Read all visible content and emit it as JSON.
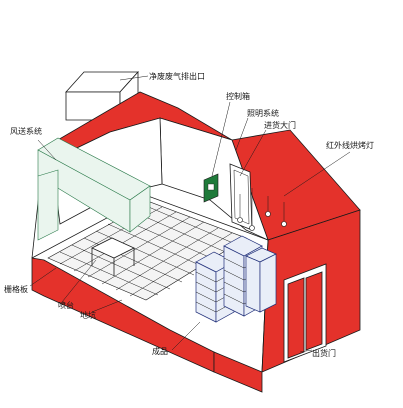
{
  "labels": {
    "exhaust_outlet": "净废废气排出口",
    "control_box": "控制箱",
    "lighting_system": "照明系统",
    "entry_door": "进货大门",
    "air_supply_system": "风送系统",
    "infrared_lamp": "红外线烘烤灯",
    "grille_plate": "栅格板",
    "spray_table": "喷台",
    "pit": "地坑",
    "finished_goods": "成品",
    "exit_door": "出货门"
  },
  "colors": {
    "accent_red": "#e4322b",
    "outline": "#1a1a1a",
    "rack_blue": "#21307a",
    "control_box_green": "#1f7a3a",
    "air_duct_green": "#2a7a4a"
  }
}
